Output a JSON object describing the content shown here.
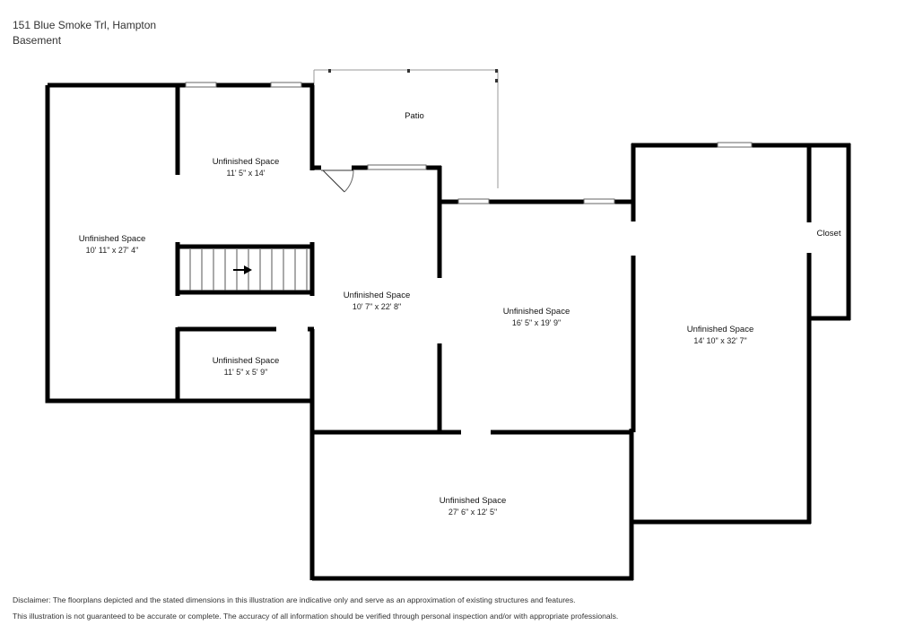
{
  "header": {
    "address": "151 Blue Smoke Trl, Hampton",
    "level": "Basement"
  },
  "rooms": [
    {
      "id": "left",
      "name": "Unfinished Space",
      "dims": "10' 11\" x 27' 4\""
    },
    {
      "id": "top",
      "name": "Unfinished Space",
      "dims": "11' 5\" x 14'"
    },
    {
      "id": "small",
      "name": "Unfinished Space",
      "dims": "11' 5\" x 5' 9\""
    },
    {
      "id": "center",
      "name": "Unfinished Space",
      "dims": "10' 7\" x 22' 8\""
    },
    {
      "id": "mid",
      "name": "Unfinished Space",
      "dims": "16' 5\" x 19' 9\""
    },
    {
      "id": "right",
      "name": "Unfinished Space",
      "dims": "14' 10\" x 32' 7\""
    },
    {
      "id": "bottom",
      "name": "Unfinished Space",
      "dims": "27' 6\" x 12' 5\""
    }
  ],
  "labels": {
    "patio": "Patio",
    "closet": "Closet"
  },
  "disclaimer": {
    "line1": "Disclaimer: The floorplans depicted and the stated dimensions in this illustration are indicative only and serve as an approximation of existing structures and features.",
    "line2": "This illustration is not guaranteed to be accurate or complete. The accuracy of all information should be verified through personal inspection and/or with appropriate professionals."
  }
}
